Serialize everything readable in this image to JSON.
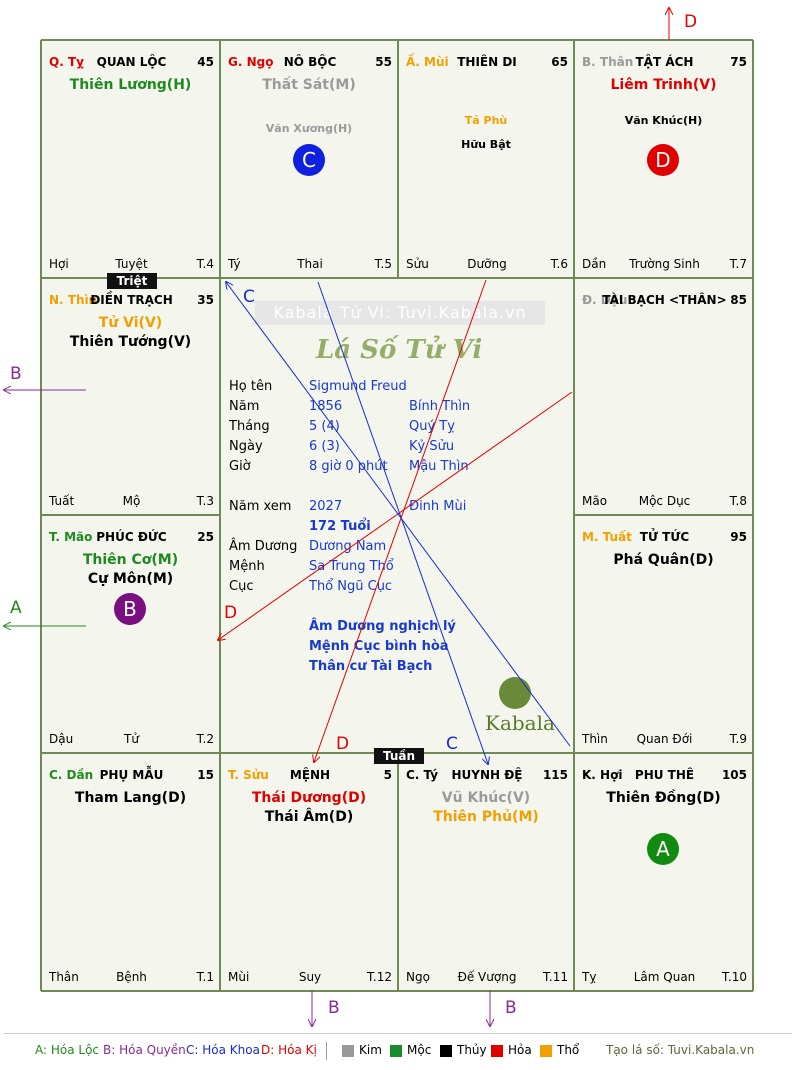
{
  "palaces": [
    {
      "id": "ty",
      "can": "Q. Tỵ",
      "can_color": "#e00000",
      "name": "QUAN LỘC",
      "age": "45",
      "major": [
        {
          "t": "Thiên Lương(H)",
          "c": "c-green"
        }
      ],
      "minor": [],
      "branch": "Hợi",
      "stage": "Tuyệt",
      "tnum": "T.4",
      "badge": null
    },
    {
      "id": "ngo",
      "can": "G. Ngọ",
      "can_color": "#e00000",
      "name": "NÔ BỘC",
      "age": "55",
      "major": [
        {
          "t": "Thất Sát(M)",
          "c": "c-gray"
        }
      ],
      "minor": [
        {
          "t": "Văn Xương(H)",
          "c": "c-gray"
        }
      ],
      "branch": "Tý",
      "stage": "Thai",
      "tnum": "T.5",
      "badge": {
        "letter": "C",
        "color": "#1020e0"
      }
    },
    {
      "id": "mui",
      "can": "Ấ. Mùi",
      "can_color": "#f0a000",
      "name": "THIÊN DI",
      "age": "65",
      "major": [],
      "minor": [
        {
          "t": "Tả Phù",
          "c": "c-orange"
        },
        {
          "t": "Hữu Bật",
          "c": "c-black"
        }
      ],
      "branch": "Sửu",
      "stage": "Dưỡng",
      "tnum": "T.6",
      "badge": null
    },
    {
      "id": "than",
      "can": "B. Thân",
      "can_color": "#9a9a9a",
      "name": "TẬT ÁCH",
      "age": "75",
      "major": [
        {
          "t": "Liêm Trinh(V)",
          "c": "c-red"
        }
      ],
      "minor": [
        {
          "t": "Văn Khúc(H)",
          "c": "c-black"
        }
      ],
      "branch": "Dần",
      "stage": "Trường Sinh",
      "tnum": "T.7",
      "badge": {
        "letter": "D",
        "color": "#e00000"
      }
    },
    {
      "id": "thin",
      "can": "N. Thìn",
      "can_color": "#f0a000",
      "name": "ĐIỀN TRẠCH",
      "age": "35",
      "major": [
        {
          "t": "Tử Vi(V)",
          "c": "c-orange"
        },
        {
          "t": "Thiên Tướng(V)",
          "c": "c-black"
        }
      ],
      "minor": [],
      "branch": "Tuất",
      "stage": "Mộ",
      "tnum": "T.3",
      "badge": null
    },
    {
      "id": "dau",
      "can": "Đ. Dậu",
      "can_color": "#9a9a9a",
      "name": "TÀI BẠCH <THÂN>",
      "age": "85",
      "major": [],
      "minor": [],
      "branch": "Mão",
      "stage": "Mộc Dục",
      "tnum": "T.8",
      "badge": null
    },
    {
      "id": "mao",
      "can": "T. Mão",
      "can_color": "#1e8a1e",
      "name": "PHÚC ĐỨC",
      "age": "25",
      "major": [
        {
          "t": "Thiên Cơ(M)",
          "c": "c-green"
        },
        {
          "t": "Cự Môn(M)",
          "c": "c-black"
        }
      ],
      "minor": [],
      "branch": "Dậu",
      "stage": "Tử",
      "tnum": "T.2",
      "badge": {
        "letter": "B",
        "color": "#7a1080"
      }
    },
    {
      "id": "tuat",
      "can": "M. Tuất",
      "can_color": "#f0a000",
      "name": "TỬ TỨC",
      "age": "95",
      "major": [
        {
          "t": "Phá Quân(D)",
          "c": "c-black"
        }
      ],
      "minor": [],
      "branch": "Thìn",
      "stage": "Quan Đới",
      "tnum": "T.9",
      "badge": null
    },
    {
      "id": "dan",
      "can": "C. Dần",
      "can_color": "#1e8a1e",
      "name": "PHỤ MẪU",
      "age": "15",
      "major": [
        {
          "t": "Tham Lang(D)",
          "c": "c-black"
        }
      ],
      "minor": [],
      "branch": "Thân",
      "stage": "Bệnh",
      "tnum": "T.1",
      "badge": null
    },
    {
      "id": "suu",
      "can": "T. Sửu",
      "can_color": "#f0a000",
      "name": "MỆNH",
      "age": "5",
      "major": [
        {
          "t": "Thái Dương(D)",
          "c": "c-red"
        },
        {
          "t": "Thái Âm(D)",
          "c": "c-black"
        }
      ],
      "minor": [],
      "branch": "Mùi",
      "stage": "Suy",
      "tnum": "T.12",
      "badge": null
    },
    {
      "id": "ty2",
      "can": "C. Tý",
      "can_color": "#000000",
      "name": "HUYNH ĐỆ",
      "age": "115",
      "major": [
        {
          "t": "Vũ Khúc(V)",
          "c": "c-gray"
        },
        {
          "t": "Thiên Phủ(M)",
          "c": "c-orange"
        }
      ],
      "minor": [],
      "branch": "Ngọ",
      "stage": "Đế Vượng",
      "tnum": "T.11",
      "badge": null
    },
    {
      "id": "hoi",
      "can": "K. Hợi",
      "can_color": "#000000",
      "name": "PHU THÊ",
      "age": "105",
      "major": [
        {
          "t": "Thiên Đồng(D)",
          "c": "c-black"
        }
      ],
      "minor": [],
      "branch": "Tỵ",
      "stage": "Lâm Quan",
      "tnum": "T.10",
      "badge": {
        "letter": "A",
        "color": "#108a10"
      }
    }
  ],
  "tags": {
    "triet": "Triệt",
    "tuan": "Tuần"
  },
  "center": {
    "watermark": "Kabala Tử Vi: Tuvi.Kabala.vn",
    "title": "Lá Số Tử Vi",
    "rows": [
      {
        "label": "Họ tên",
        "v1": "Sigmund Freud",
        "v2": ""
      },
      {
        "label": "Năm",
        "v1": "1856",
        "v2": "Bính Thìn"
      },
      {
        "label": "Tháng",
        "v1": "5  (4)",
        "v2": "Quý Tỵ"
      },
      {
        "label": "Ngày",
        "v1": "6  (3)",
        "v2": "Kỷ Sửu"
      },
      {
        "label": "Giờ",
        "v1": "8 giờ 0 phút",
        "v2": "Mậu Thìn"
      }
    ],
    "nam_xem": {
      "label": "Năm xem",
      "v1": "2027",
      "v2": "Đinh Mùi"
    },
    "tuoi": "172 Tuổi",
    "rows2": [
      {
        "label": "Âm Dương",
        "v1": "Dương Nam"
      },
      {
        "label": "Mệnh",
        "v1": "Sa Trung Thổ"
      },
      {
        "label": "Cục",
        "v1": "Thổ Ngũ Cục"
      }
    ],
    "notes": [
      "Âm Dương nghịch lý",
      "Mệnh Cục bình hòa",
      "Thân cư Tài Bạch"
    ],
    "brand": "Kabala"
  },
  "arrow_labels": {
    "d": "D",
    "b": "B",
    "a": "A",
    "c": "C"
  },
  "legend": {
    "a": "A: Hóa Lộc",
    "b": "B: Hóa Quyền",
    "c": "C: Hóa Khoa",
    "d": "D: Hóa Kị",
    "elements": [
      {
        "label": "Kim",
        "color": "#999999"
      },
      {
        "label": "Mộc",
        "color": "#1a8a2a"
      },
      {
        "label": "Thủy",
        "color": "#000000"
      },
      {
        "label": "Hỏa",
        "color": "#e00000"
      },
      {
        "label": "Thổ",
        "color": "#f0a000"
      }
    ],
    "site": "Tạo lá số: Tuvi.Kabala.vn"
  }
}
